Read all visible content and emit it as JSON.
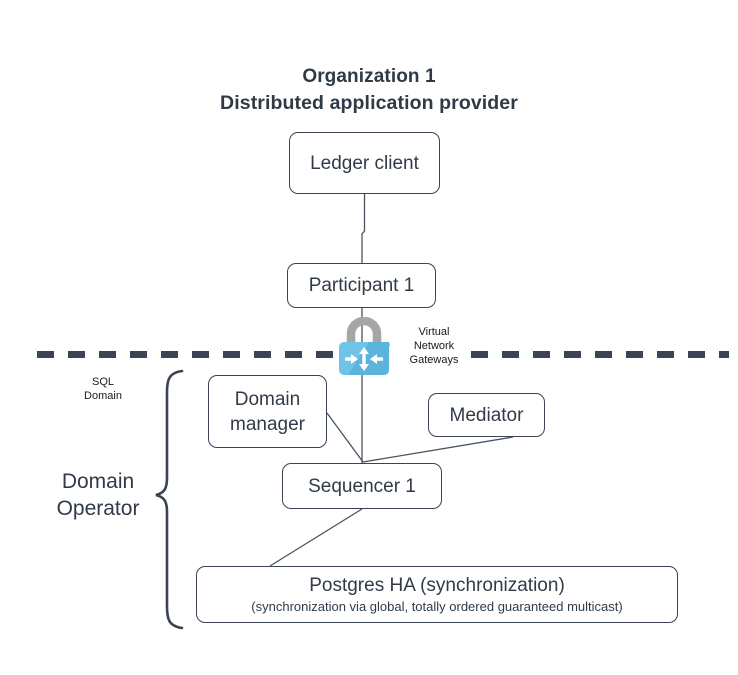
{
  "diagram": {
    "title": {
      "line1": "Organization 1",
      "line2": "Distributed application provider"
    },
    "nodes": [
      {
        "id": "ledger-client",
        "label": "Ledger client"
      },
      {
        "id": "participant-1",
        "label": "Participant 1"
      },
      {
        "id": "domain-manager",
        "label_line1": "Domain",
        "label_line2": "manager"
      },
      {
        "id": "mediator",
        "label": "Mediator"
      },
      {
        "id": "sequencer-1",
        "label": "Sequencer 1"
      },
      {
        "id": "postgres-ha",
        "label": "Postgres HA (synchronization)",
        "sublabel": "(synchronization via global, totally ordered guaranteed multicast)"
      }
    ],
    "labels": {
      "sql_domain_line1": "SQL",
      "sql_domain_line2": "Domain",
      "domain_operator_line1": "Domain",
      "domain_operator_line2": "Operator",
      "vng_line1": "Virtual",
      "vng_line2": "Network",
      "vng_line3": "Gateways"
    },
    "icons": {
      "virtual_network_gateways": "lock-with-four-inward-arrows-icon"
    },
    "colors": {
      "box_border": "#3A4452",
      "text": "#313B47",
      "title_text": "#2F3A44",
      "dashed_boundary": "#3A4452",
      "edge_line": "#4A5260",
      "lock_shackle": "#A6A6A6",
      "lock_body_light": "#6FC3E6",
      "lock_body_dark": "#5BB4DC",
      "lock_arrows": "#FFFFFF",
      "brace": "#3A4452",
      "background": "#FFFFFF"
    },
    "boundary": {
      "style": "dashed",
      "meaning": "network-trust-boundary"
    }
  }
}
